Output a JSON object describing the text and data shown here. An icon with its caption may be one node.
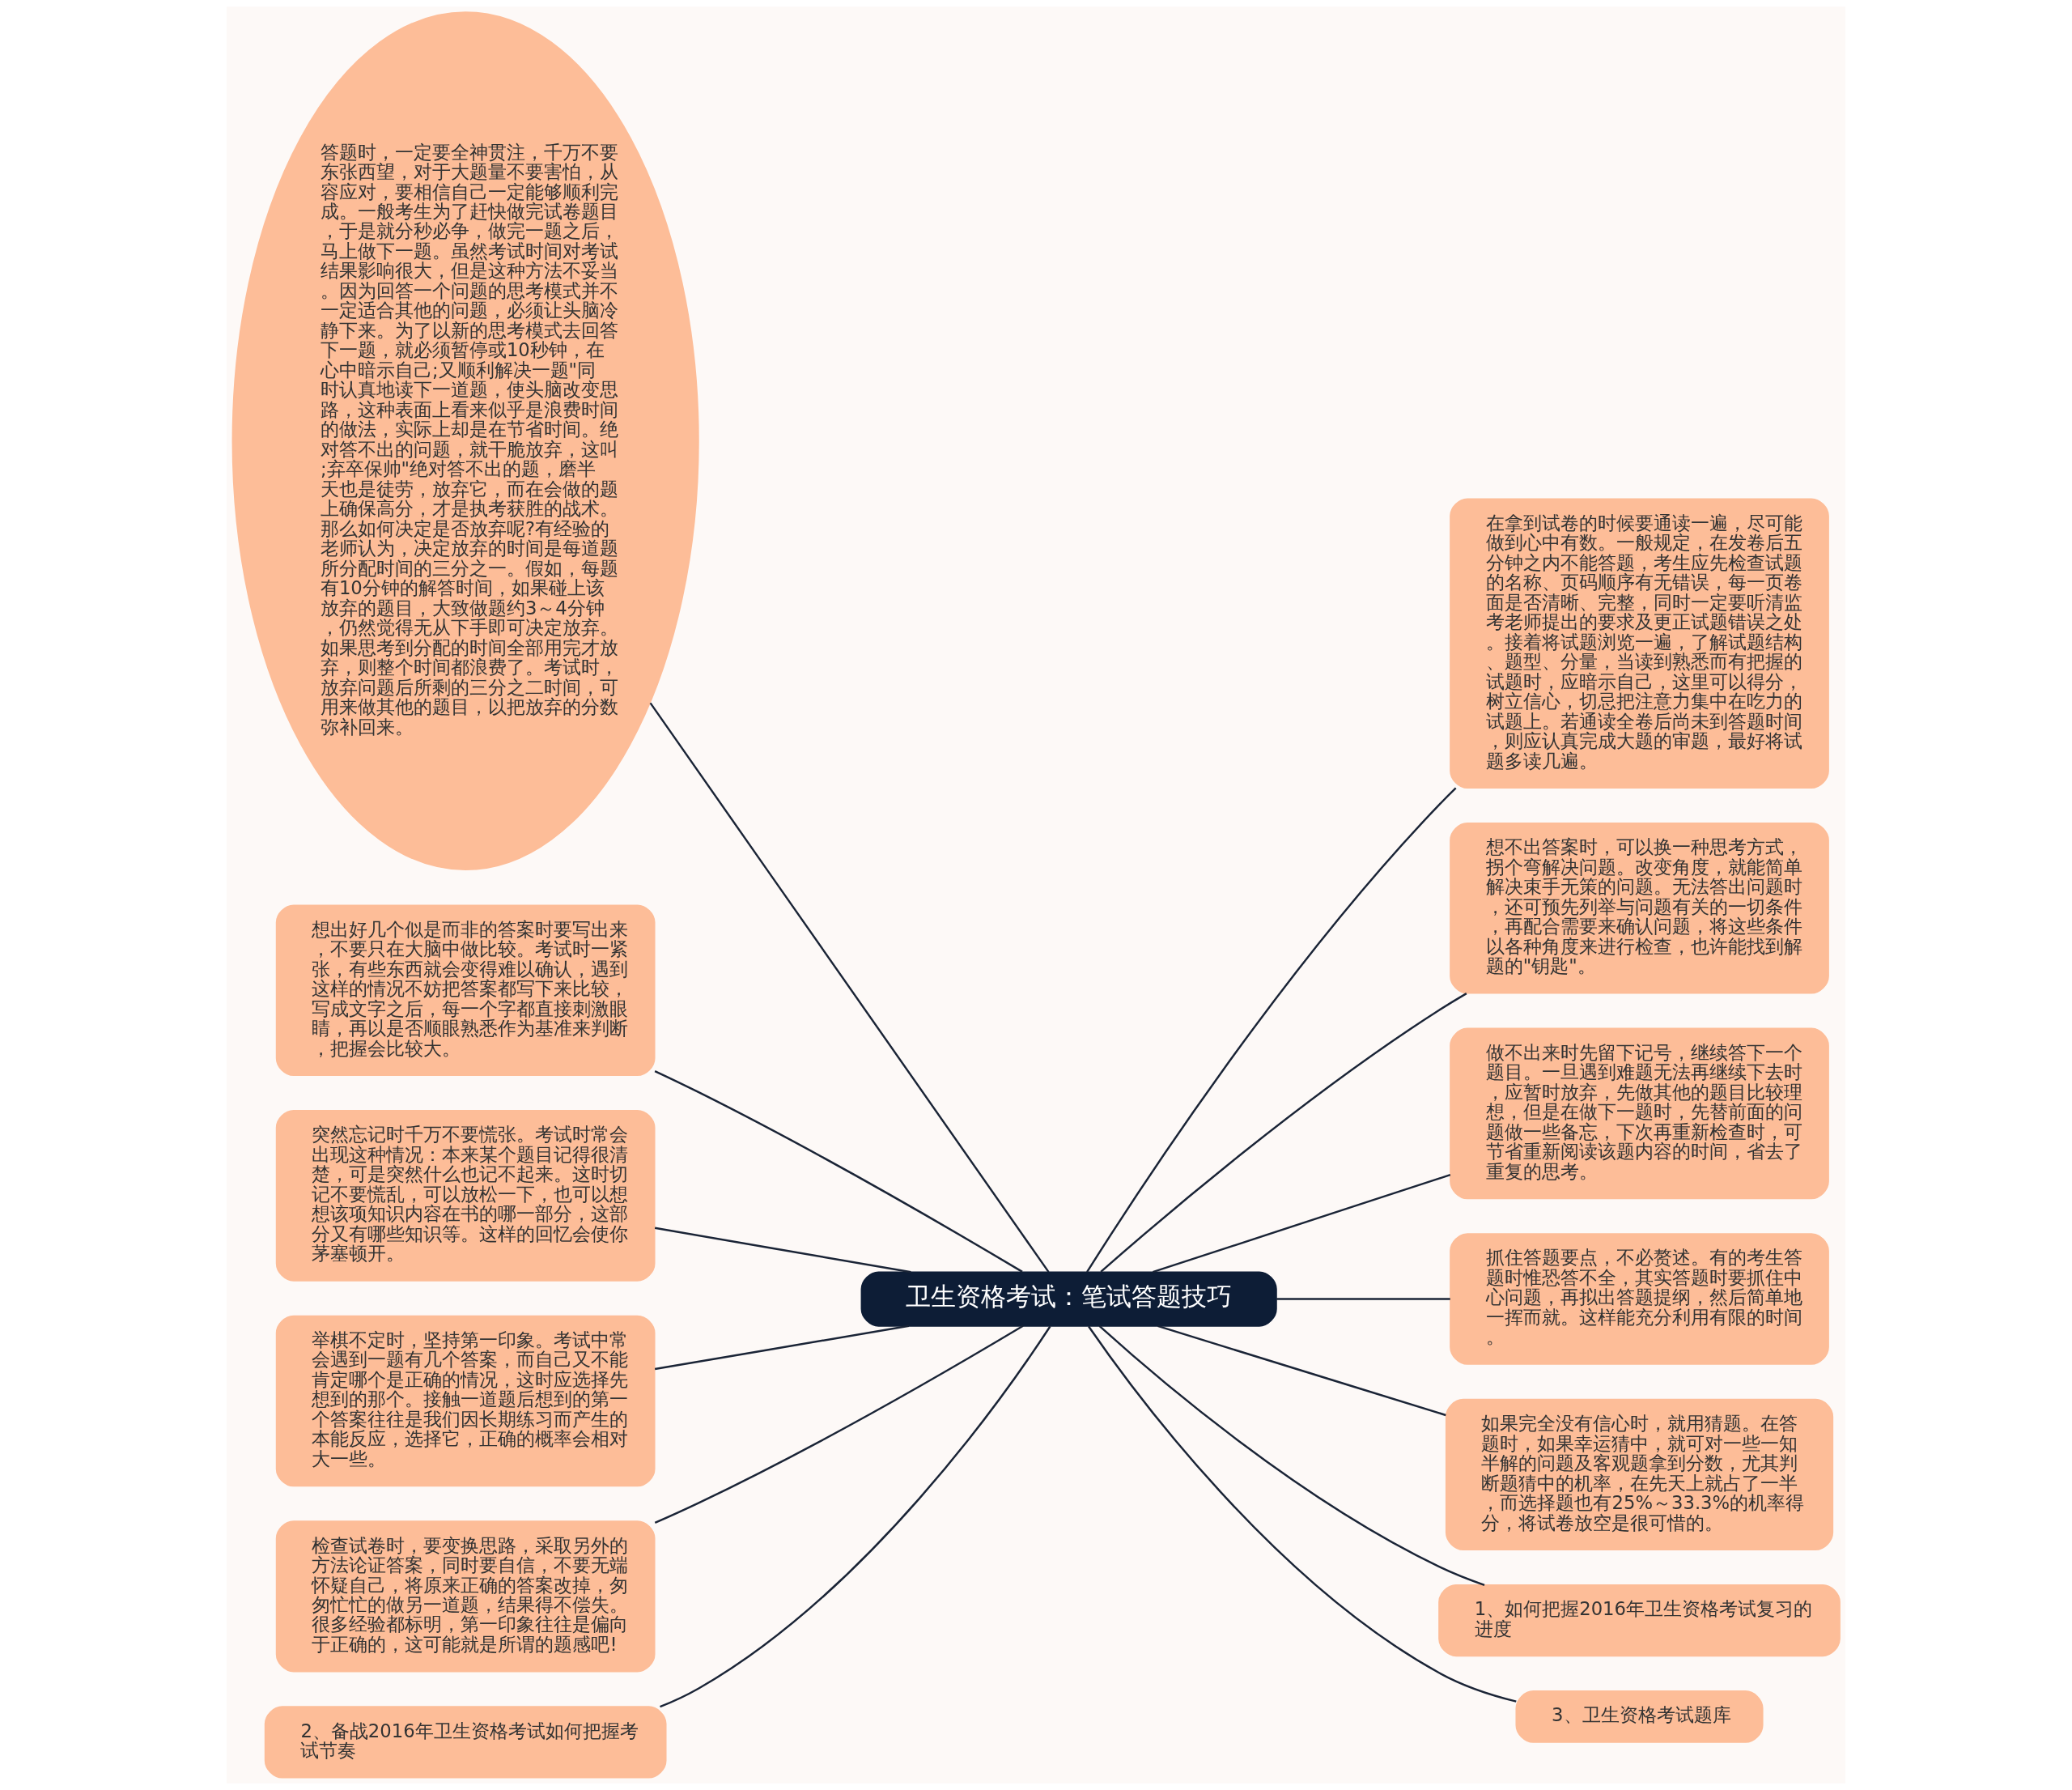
{
  "diagram": {
    "nodes": [
      {
        "text": [
          "卫生资格考试：笔试答题技巧"
        ]
      },
      {
        "text": [
          "答题时，一定要全神贯注，千万不要东张西望，对于大题量不要害怕，从容应对，要相信自己一定能够顺利完成。一般考生为了赶快做完试卷题目，于是就分秒必争，做完一题之后，马上做下一题。虽然考试时间对考试结果影响很大，但是这种方法不妥当。因为回答一个问题的思考模式并不一定适合其他的问题，必须让头脑冷静下来。为了以新的思考模式去回答下一题，就必须暂停或10秒钟，在心中暗示自己;又顺利解决一题\"同时认真地读下一道题，使头脑改变思路，这种表面上看来似乎是浪费时间的做法，实际上却是在节省时间。绝对答不出的问题，就干脆放弃，这叫;弃卒保帅\"绝对答不出的题，磨半天也是徒劳，放弃它，而在会做的题上确保高分，才是执考获胜的战术。那么如何决定是否放弃呢?有经验的老师认为，决定放弃的时间是每道题所分配时间的三分之一。假如，每题有10分钟的解答时间，如果碰上该放弃的题目，大致做题约3～4分钟，仍然觉得无从下手即可决定放弃。如果思考到分配的时间全部用完才放弃，则整个时间都浪费了。考试时，放弃问题后所剩的三分之二时间，可用来做其他的题目，以把放弃的分数弥补回来。"
        ]
      },
      {
        "text": [
          "想出好几个似是而非的答案时要写出来，不要只在大脑中做比较。考试时一紧张，有些东西就会变得难以确认，遇到这样的情况不妨把答案都写下来比较，写成文字之后，每一个字都直接刺激眼睛，再以是否顺眼熟悉作为基准来判断，把握会比较大。"
        ]
      },
      {
        "text": [
          "突然忘记时千万不要慌张。考试时常会出现这种情况：本来某个题目记得很清楚，可是突然什么也记不起来。这时切记不要慌乱，可以放松一下，也可以想想该项知识内容在书的哪一部分，这部分又有哪些知识等。这样的回忆会使你茅塞顿开。"
        ]
      },
      {
        "text": [
          "举棋不定时，坚持第一印象。考试中常会遇到一题有几个答案，而自己又不能肯定哪个是正确的情况，这时应选择先想到的那个。接触一道题后想到的第一个答案往往是我们因长期练习而产生的本能反应，选择它，正确的概率会相对大一些。"
        ]
      },
      {
        "text": [
          "检查试卷时，要变换思路，采取另外的方法论证答案，同时要自信，不要无端怀疑自己，将原来正确的答案改掉，匆匆忙忙的做另一道题，结果得不偿失。很多经验都标明，第一印象往往是偏向于正确的，这可能就是所谓的题感吧!"
        ]
      },
      {
        "text": [
          "2、备战2016年卫生资格考试如何把握考试节奏"
        ]
      },
      {
        "text": [
          "在拿到试卷的时候要通读一遍，尽可能做到心中有数。一般规定，在发卷后五分钟之内不能答题，考生应先检查试题的名称、页码顺序有无错误，每一页卷面是否清晰、完整，同时一定要听清监考老师提出的要求及更正试题错误之处。接着将试题浏览一遍，了解试题结构、题型、分量，当读到熟悉而有把握的试题时，应暗示自己，这里可以得分，树立信心，切忌把注意力集中在吃力的试题上。若通读全卷后尚未到答题时间，则应认真完成大题的审题，最好将试题多读几遍。"
        ]
      },
      {
        "text": [
          "想不出答案时，可以换一种思考方式，拐个弯解决问题。改变角度，就能简单解决束手无策的问题。无法答出问题时，还可预先列举与问题有关的一切条件，再配合需要来确认问题，将这些条件以各种角度来进行检查，也许能找到解题的\"钥匙\"。"
        ]
      },
      {
        "text": [
          "做不出来时先留下记号，继续答下一个题目。一旦遇到难题无法再继续下去时，应暂时放弃，先做其他的题目比较理想，但是在做下一题时，先替前面的问题做一些备忘，下次再重新检查时，可节省重新阅读该题内容的时间，省去了重复的思考。"
        ]
      },
      {
        "text": [
          "抓住答题要点，不必赘述。有的考生答题时惟恐答不全，其实答题时要抓住中心问题，再拟出答题提纲，然后简单地一挥而就。这样能充分利用有限的时间。"
        ]
      },
      {
        "text": [
          "如果完全没有信心时，就用猜题。在答题时，如果幸运猜中，就可对一些一知半解的问题及客观题拿到分数，尤其判断题猜中的机率，在先天上就占了一半，而选择题也有25%～33.3%的机率得分，将试卷放空是很可惜的。"
        ]
      },
      {
        "text": [
          "1、如何把握2016年卫生资格考试复习的进度"
        ]
      },
      {
        "text": [
          "3、卫生资格考试题库"
        ]
      }
    ],
    "edges": [
      {
        "from": 0,
        "to": 1,
        "arrow": "none"
      },
      {
        "from": 0,
        "to": 2,
        "arrow": "none"
      },
      {
        "from": 0,
        "to": 3,
        "arrow": "none"
      },
      {
        "from": 0,
        "to": 4,
        "arrow": "none"
      },
      {
        "from": 0,
        "to": 5,
        "arrow": "none"
      },
      {
        "from": 0,
        "to": 6,
        "arrow": "none"
      },
      {
        "from": 0,
        "to": 7,
        "arrow": "none"
      },
      {
        "from": 0,
        "to": 8,
        "arrow": "none"
      },
      {
        "from": 0,
        "to": 9,
        "arrow": "none"
      },
      {
        "from": 0,
        "to": 10,
        "arrow": "none"
      },
      {
        "from": 0,
        "to": 11,
        "arrow": "none"
      },
      {
        "from": 0,
        "to": 12,
        "arrow": "none"
      },
      {
        "from": 0,
        "to": 13,
        "arrow": "none"
      }
    ]
  }
}
